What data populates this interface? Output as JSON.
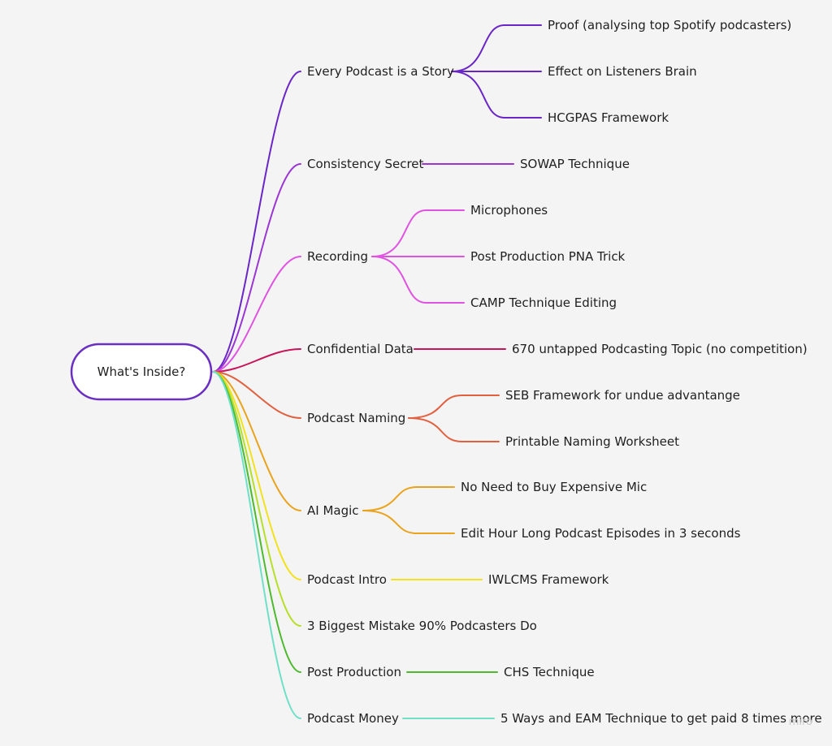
{
  "root": {
    "label": "What's Inside?",
    "color": "#6a2fc2"
  },
  "branches": [
    {
      "label": "Every Podcast is a Story",
      "color": "#6a25c8",
      "children": [
        "Proof (analysing top Spotify podcasters)",
        "Effect on Listeners Brain",
        "HCGPAS Framework"
      ]
    },
    {
      "label": "Consistency Secret",
      "color": "#9b36d4",
      "children": [
        "SOWAP Technique"
      ]
    },
    {
      "label": "Recording",
      "color": "#e052e0",
      "children": [
        "Microphones",
        "Post Production PNA Trick",
        "CAMP Technique Editing"
      ]
    },
    {
      "label": "Confidential Data",
      "color": "#c8145a",
      "children": [
        "670 untapped Podcasting Topic (no competition)"
      ]
    },
    {
      "label": "Podcast Naming",
      "color": "#e06040",
      "children": [
        "SEB Framework for undue advantange",
        "Printable Naming Worksheet"
      ]
    },
    {
      "label": "AI Magic",
      "color": "#eaa31c",
      "children": [
        "No Need to Buy Expensive Mic",
        "Edit Hour Long Podcast Episodes in 3 seconds"
      ]
    },
    {
      "label": "Podcast Intro",
      "color": "#f2e21e",
      "children": [
        "IWLCMS Framework"
      ]
    },
    {
      "label": "3 Biggest Mistake 90% Podcasters Do",
      "color": "#b6df2c",
      "children": []
    },
    {
      "label": "Post Production",
      "color": "#4cba2c",
      "children": [
        "CHS Technique"
      ]
    },
    {
      "label": "Podcast Money",
      "color": "#6fe0c8",
      "children": [
        "5 Ways and EAM Technique to get paid 8 times more"
      ]
    }
  ],
  "watermark": "miro"
}
